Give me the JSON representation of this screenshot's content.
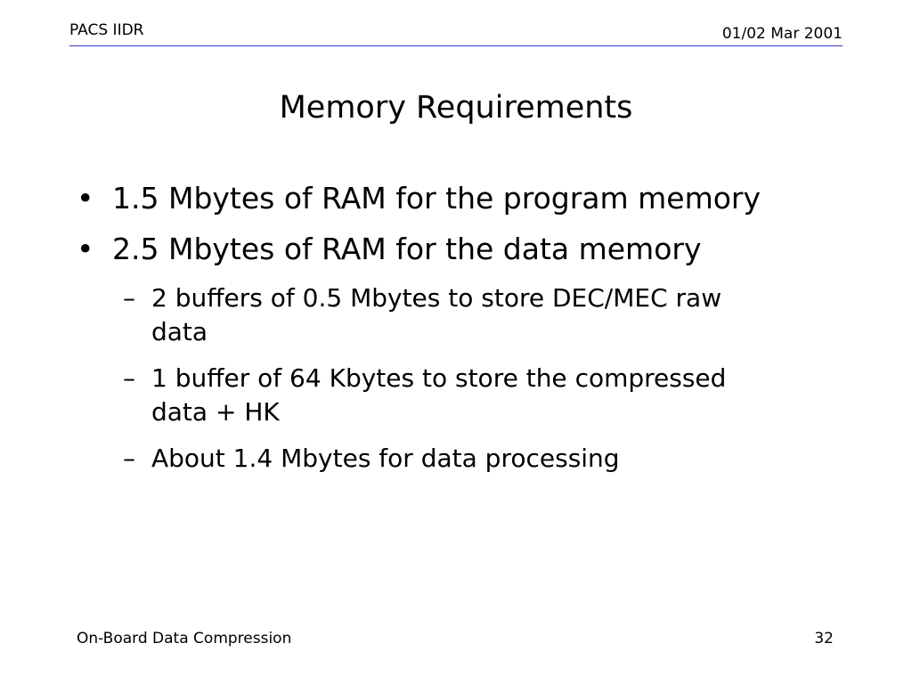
{
  "header": {
    "left": "PACS IIDR",
    "right": "01/02 Mar 2001",
    "rule_color": "#3333cc"
  },
  "title": "Memory Requirements",
  "bullets": [
    {
      "marker": "•",
      "text": "1.5 Mbytes of RAM for the program memory"
    },
    {
      "marker": "•",
      "text": "2.5 Mbytes of RAM for the data memory"
    }
  ],
  "sub_bullets": [
    {
      "marker": "–",
      "text": "2 buffers of 0.5 Mbytes to store DEC/MEC raw data"
    },
    {
      "marker": "–",
      "text": "1 buffer of 64 Kbytes to store the compressed data + HK"
    },
    {
      "marker": "–",
      "text": "About 1.4 Mbytes for data processing"
    }
  ],
  "footer": {
    "left": "On-Board Data Compression",
    "right": "32"
  }
}
